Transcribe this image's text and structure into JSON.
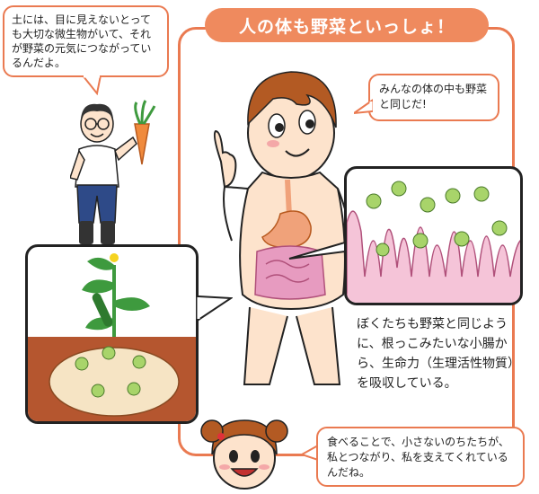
{
  "title": "人の体も野菜といっしょ！",
  "speech": {
    "farmer": "土には、目に見えないとっても大切な微生物がいて、それが野菜の元気につながっているんだよ。",
    "boy": "みんなの体の中も野菜と同じだ!",
    "girl": "食べることで、小さないのちたちが、私とつながり、私を支えてくれているんだね。"
  },
  "note": "ぼくたちも野菜と同じように、根っこみたいな小腸から、生命力（生理活性物質）を吸収している。",
  "colors": {
    "accent": "#ea7a51",
    "title_bg": "#ef8a5e",
    "skin": "#fde3cc",
    "hair": "#b35a23",
    "soil": "#b5562f",
    "intestine": "#e79bc0",
    "leaf": "#3e9a3e"
  },
  "icons": [
    "farmer-figure",
    "carrot-icon",
    "boy-figure",
    "girl-figure",
    "intestine-villi-icon",
    "cucumber-plant-icon",
    "microbe-icon"
  ]
}
